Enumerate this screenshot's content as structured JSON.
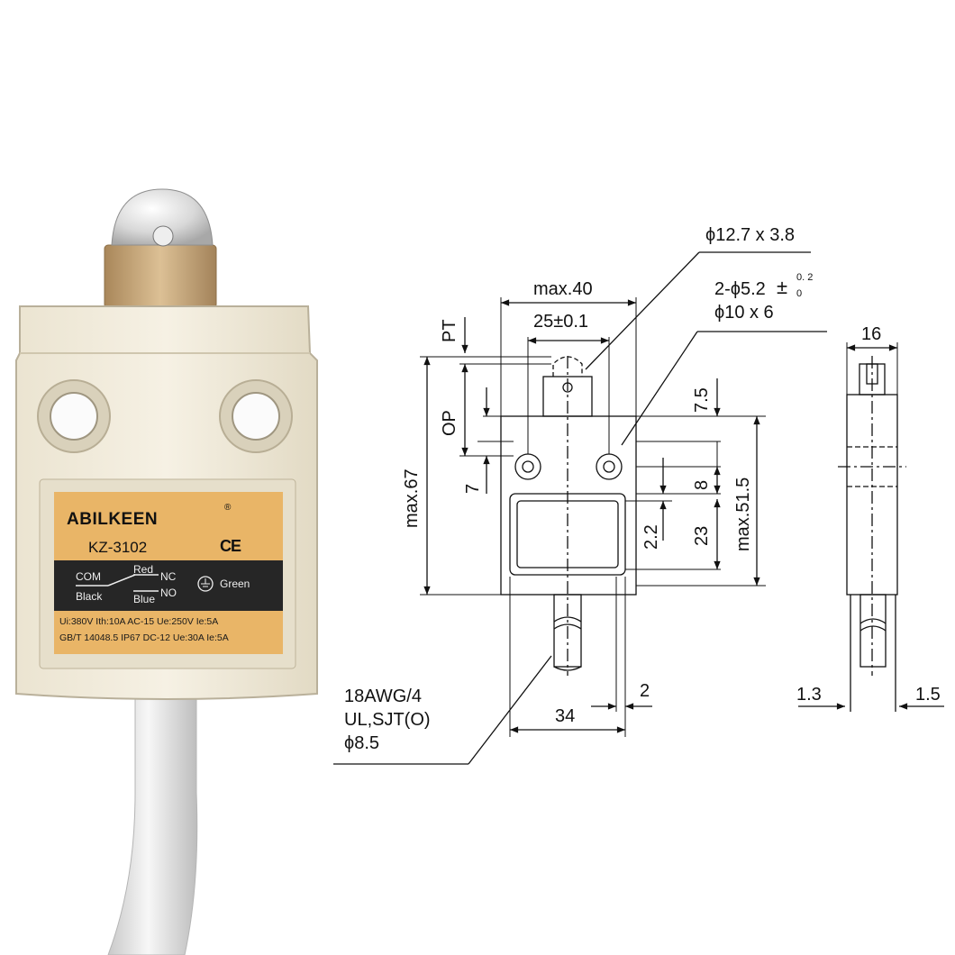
{
  "product": {
    "brand": "ABILKEEN",
    "registered_mark": "®",
    "model": "KZ-3102",
    "ce_mark": "CE",
    "wiring": {
      "com": "COM",
      "black": "Black",
      "red": "Red",
      "nc": "NC",
      "blue": "Blue",
      "no": "NO",
      "green": "Green"
    },
    "spec_line_1": "Ui:380V Ith:10A   AC-15  Ue:250V  Ie:5A",
    "spec_line_2": "GB/T 14048.5  IP67 DC-12 Ue:30A  Ie:5A"
  },
  "drawing": {
    "roller": "ϕ12.7 x 3.8",
    "mount_holes": "2-ϕ5.2",
    "mount_holes_tol_upper": "0. 2",
    "mount_holes_tol_lower": "0",
    "counterbore": "ϕ10 x 6",
    "width_max": "max.40",
    "hole_spacing": "25±0.1",
    "pt": "PT",
    "op": "OP",
    "height_max": "max.67",
    "dim_7": "7",
    "dim_7_5": "7.5",
    "dim_8": "8",
    "dim_2_2": "2.2",
    "dim_23": "23",
    "body_height_max": "max.51.5",
    "cable_line_1": "18AWG/4",
    "cable_line_2": "UL,SJT(O)",
    "cable_line_3": "ϕ8.5",
    "dim_34": "34",
    "dim_2": "2",
    "side_width": "16",
    "dim_1_3": "1.3",
    "dim_1_5": "1.5"
  },
  "colors": {
    "housing": "#f4eede",
    "label_amber": "#e9b567",
    "label_band": "#262626",
    "brass": "#c9a876",
    "cable": "#e8e8e8"
  }
}
